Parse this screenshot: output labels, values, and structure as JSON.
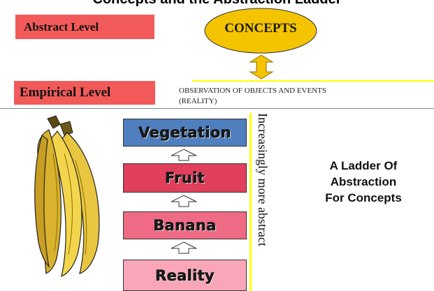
{
  "header": {
    "title_partial": "Concepts and the Abstraction Ladder"
  },
  "levels": {
    "abstract_label": "Abstract Level",
    "empirical_label": "Empirical Level"
  },
  "concepts_label": "CONCEPTS",
  "observation": {
    "line1": "OBSERVATION OF OBJECTS  AND EVENTS",
    "line2": "(REALITY)"
  },
  "ladder": {
    "rungs": [
      {
        "label": "Vegetation",
        "color": "#4f7fbf"
      },
      {
        "label": "Fruit",
        "color": "#e0405c"
      },
      {
        "label": "Banana",
        "color": "#ef6b85"
      },
      {
        "label": "Reality",
        "color": "#f9a7b8"
      }
    ],
    "axis_label": "Increasingly more abstract"
  },
  "ladder_title": {
    "line1": "A Ladder Of",
    "line2": "Abstraction",
    "line3": "For Concepts"
  },
  "icons": {
    "bananas": "banana-bunch-illustration",
    "double_arrow": "double-arrow-icon",
    "up_arrow": "up-arrow-icon"
  },
  "colors": {
    "label_red": "#f25a5a",
    "concepts_fill": "#f5c400",
    "arrow_yellow": "#f5c400",
    "yellow_line": "#ffff00",
    "divider": "#7a8aa0"
  }
}
